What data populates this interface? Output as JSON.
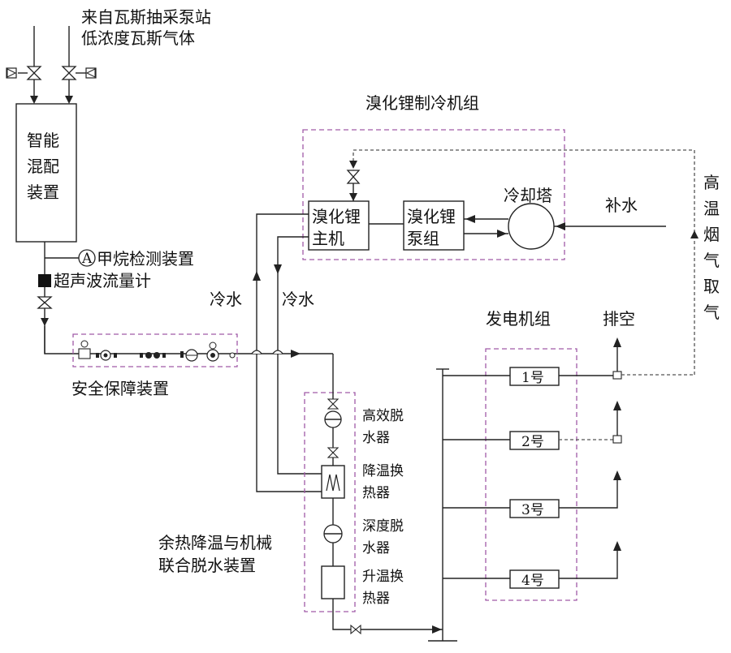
{
  "source": {
    "line1": "来自瓦斯抽采泵站",
    "line2": "低浓度瓦斯气体"
  },
  "mixer": {
    "label": [
      "智能",
      "混配",
      "装置"
    ]
  },
  "methane_detector": {
    "symbol": "A",
    "label": "甲烷检测装置"
  },
  "flowmeter": {
    "label": "超声波流量计"
  },
  "safety": {
    "label": "安全保障装置"
  },
  "chiller_group": {
    "label": "溴化锂制冷机组"
  },
  "chiller_main": {
    "line1": "溴化锂",
    "line2": "主机"
  },
  "chiller_pump": {
    "line1": "溴化锂",
    "line2": "泵组"
  },
  "cooling_tower": {
    "label": "冷却塔"
  },
  "makeup_water": {
    "label": "补水"
  },
  "high_temp_flue": {
    "chars": [
      "高",
      "温",
      "烟",
      "气",
      "取",
      "气"
    ]
  },
  "cold_water_left": "冷水",
  "cold_water_right": "冷水",
  "generator_group": {
    "label": "发电机组"
  },
  "exhaust": {
    "label": "排空"
  },
  "units": [
    "1号",
    "2号",
    "3号",
    "4号"
  ],
  "dewater1": {
    "line1": "高效脱",
    "line2": "水器"
  },
  "cooler_hx": {
    "line1": "降温换",
    "line2": "热器"
  },
  "dewater2": {
    "line1": "深度脱",
    "line2": "水器"
  },
  "heater_hx": {
    "line1": "升温换",
    "line2": "热器"
  },
  "combined": {
    "line1": "余热降温与机械",
    "line2": "联合脱水装置"
  }
}
